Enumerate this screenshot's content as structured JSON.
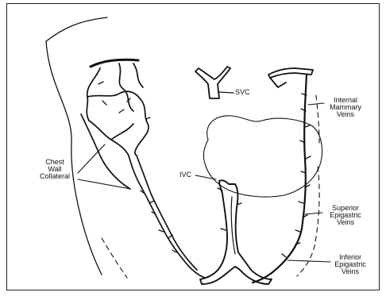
{
  "labels": {
    "svc": "SVC",
    "ivc": "IVC",
    "internal_mammary": "Internal\nMammary\nVeins",
    "chest_wall": "Chest\nWall\nCollateral",
    "superior_epigastric": "Superior\nEpigastric\nVeins",
    "inferior_epigastric": "Inferior\nEpigastric\nVeins"
  }
}
